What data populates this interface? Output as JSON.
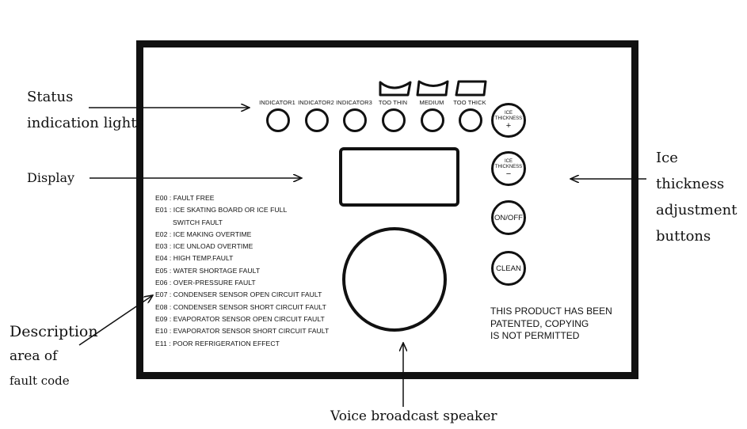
{
  "callouts": {
    "status": [
      "Status",
      "indication lights"
    ],
    "display": "Display",
    "ice_adjust": [
      "Ice",
      "thickness",
      "adjustment",
      "buttons"
    ],
    "description": [
      "Description",
      "area of",
      "fault code"
    ],
    "speaker": "Voice broadcast speaker"
  },
  "indicators": [
    {
      "label": "INDICATOR1"
    },
    {
      "label": "INDICATOR2"
    },
    {
      "label": "INDICATOR3"
    },
    {
      "label": "TOO THIN",
      "icon": "too-thin-icon"
    },
    {
      "label": "MEDIUM",
      "icon": "medium-icon"
    },
    {
      "label": "TOO THICK",
      "icon": "too-thick-icon"
    }
  ],
  "buttons": {
    "ice_plus": {
      "line1": "ICE",
      "line2": "THICKNESS",
      "sign": "+"
    },
    "ice_minus": {
      "line1": "ICE",
      "line2": "THICKNESS",
      "sign": "−"
    },
    "onoff": "ON/OFF",
    "clean": "CLEAN"
  },
  "fault_codes": [
    "E00 : FAULT FREE",
    "E01 : ICE SKATING BOARD OR ICE FULL",
    "SWITCH FAULT",
    "E02 : ICE MAKING OVERTIME",
    "E03 : ICE UNLOAD OVERTIME",
    "E04 : HIGH TEMP.FAULT",
    "E05 : WATER SHORTAGE FAULT",
    "E06 : OVER-PRESSURE FAULT",
    "E07 : CONDENSER SENSOR OPEN CIRCUIT FAULT",
    "E08 : CONDENSER SENSOR SHORT CIRCUIT FAULT",
    "E09 : EVAPORATOR SENSOR OPEN CIRCUIT FAULT",
    "E10 : EVAPORATOR SENSOR SHORT CIRCUIT FAULT",
    "E11 : POOR REFRIGERATION EFFECT"
  ],
  "patent": [
    "THIS PRODUCT HAS BEEN",
    "PATENTED, COPYING",
    "IS NOT PERMITTED"
  ]
}
